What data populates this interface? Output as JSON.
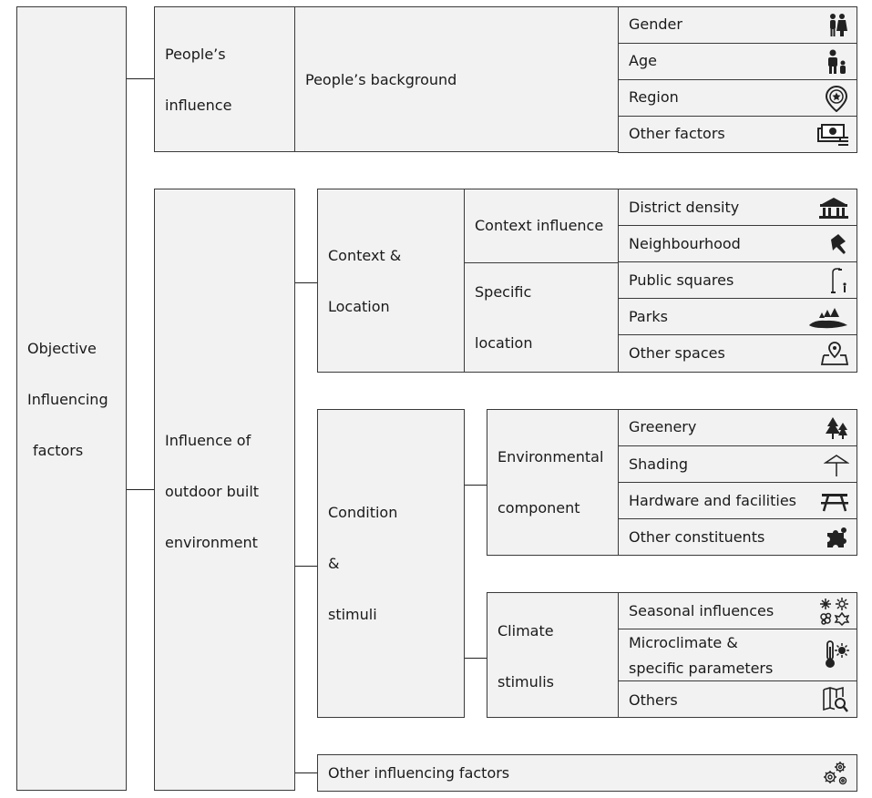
{
  "root": {
    "line1": "Objective",
    "line2": "Influencing",
    "line3": "factors"
  },
  "people": {
    "title1": "People’s",
    "title2": "influence",
    "sub": "People’s background",
    "items": [
      {
        "label": "Gender",
        "icon": "gender-icon"
      },
      {
        "label": "Age",
        "icon": "age-icon"
      },
      {
        "label": "Region",
        "icon": "region-pin-icon"
      },
      {
        "label": "Other factors",
        "icon": "money-icon"
      }
    ]
  },
  "outdoor": {
    "line1": "Influence of",
    "line2": "outdoor built",
    "line3": "environment"
  },
  "context_location": {
    "line1": "Context &",
    "line2": "Location",
    "context_influence": "Context influence",
    "specific1": "Specific",
    "specific2": "location",
    "context_items": [
      {
        "label": "District density",
        "icon": "building-icon"
      },
      {
        "label": "Neighbourhood",
        "icon": "pin-icon"
      }
    ],
    "specific_items": [
      {
        "label": "Public squares",
        "icon": "streetlamp-icon"
      },
      {
        "label": "Parks",
        "icon": "park-icon"
      },
      {
        "label": "Other spaces",
        "icon": "map-pin-icon"
      }
    ]
  },
  "condition": {
    "line1": "Condition",
    "line2": "&",
    "line3": "stimuli"
  },
  "environmental": {
    "line1": "Environmental",
    "line2": "component",
    "items": [
      {
        "label": "Greenery",
        "icon": "trees-icon"
      },
      {
        "label": "Shading",
        "icon": "umbrella-icon"
      },
      {
        "label": "Hardware and facilities",
        "icon": "bench-icon"
      },
      {
        "label": "Other constituents",
        "icon": "puzzle-icon"
      }
    ]
  },
  "climate": {
    "line1": "Climate",
    "line2": "stimulis",
    "items": [
      {
        "label": "Seasonal influences",
        "icon": "seasons-icon"
      },
      {
        "label": "Microclimate &",
        "label2": "specific parameters",
        "icon": "thermometer-icon"
      },
      {
        "label": "Others",
        "icon": "map-search-icon"
      }
    ]
  },
  "other_influencing": {
    "label": "Other influencing factors",
    "icon": "gears-icon"
  }
}
